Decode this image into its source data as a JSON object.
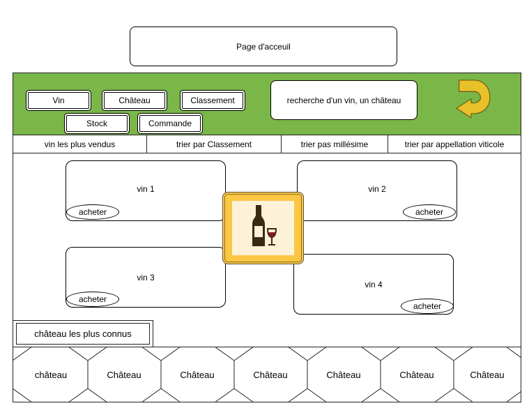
{
  "header": {
    "title": "Page d'acceuil"
  },
  "nav": {
    "vin": "Vin",
    "chateau": "Château",
    "classement": "Classement",
    "stock": "Stock",
    "commande": "Commande"
  },
  "search": {
    "placeholder": "recherche d'un vin, un château"
  },
  "tabs": [
    {
      "label": "vin les plus vendus"
    },
    {
      "label": "trier par Classement"
    },
    {
      "label": "trier pas millésime"
    },
    {
      "label": "trier par appellation viticole"
    }
  ],
  "wines": [
    {
      "name": "vin 1",
      "buy": "acheter"
    },
    {
      "name": "vin 2",
      "buy": "acheter"
    },
    {
      "name": "vin 3",
      "buy": "acheter"
    },
    {
      "name": "vin 4",
      "buy": "acheter"
    }
  ],
  "chateaux_section": {
    "title": "château les plus connus",
    "items": [
      {
        "label": "château"
      },
      {
        "label": "Château"
      },
      {
        "label": "Château"
      },
      {
        "label": "Château"
      },
      {
        "label": "Château"
      },
      {
        "label": "Château"
      },
      {
        "label": "Château"
      }
    ]
  },
  "icons": {
    "back": "back-arrow-icon",
    "wine": "wine-bottle-glass-icon"
  },
  "colors": {
    "nav_bar": "#7ab648",
    "image_frame": "#fbc744",
    "back_arrow": "#e8c02a"
  }
}
